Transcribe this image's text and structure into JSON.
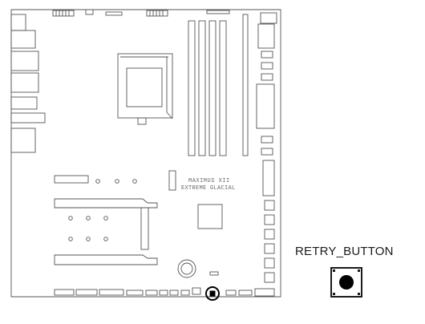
{
  "board": {
    "model_line1": "MAXIMUS XII",
    "model_line2": "EXTREME GLACIAL"
  },
  "callout": {
    "label": "RETRY_BUTTON",
    "icon": "push-button-icon"
  },
  "colors": {
    "line": "#555555",
    "dark": "#1a1a1a",
    "highlight_ring": "#000000"
  }
}
